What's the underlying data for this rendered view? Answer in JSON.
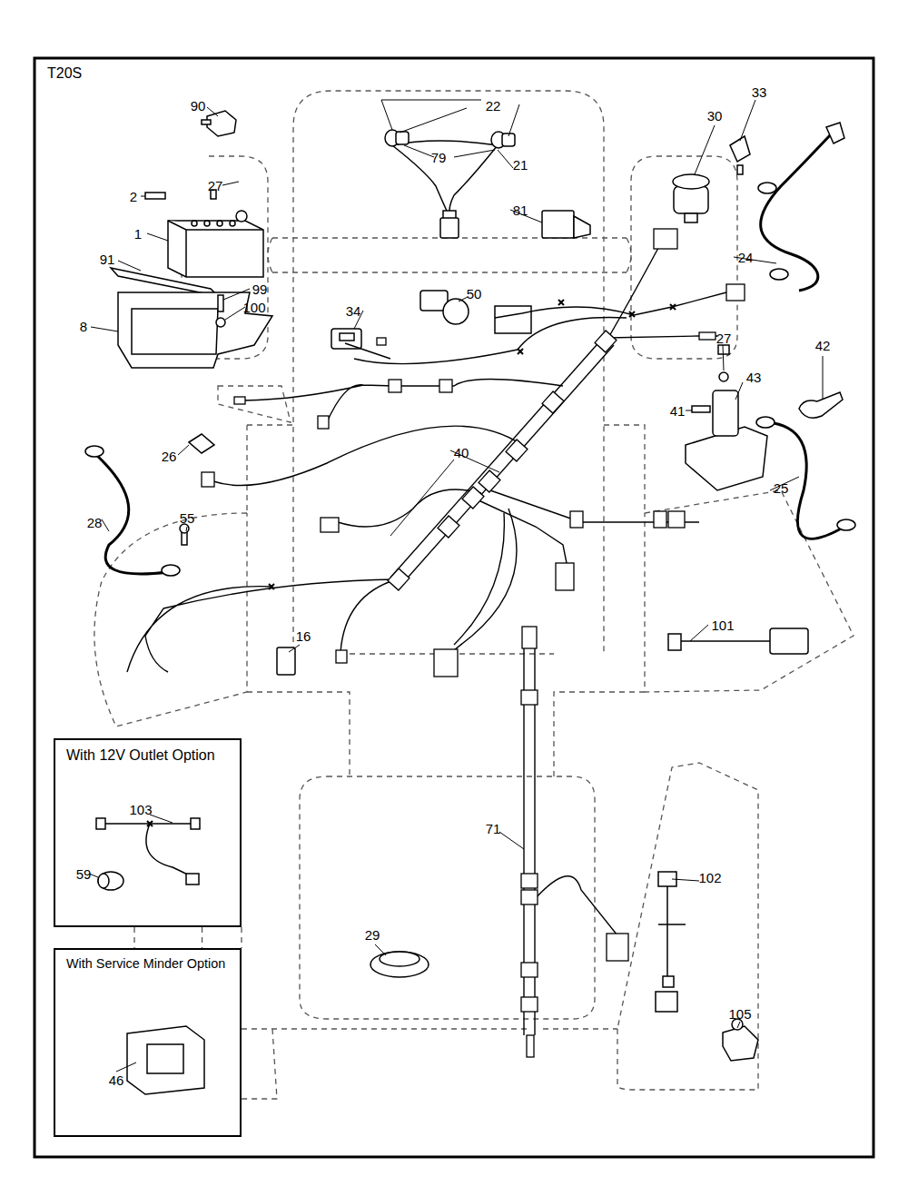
{
  "diagram": {
    "title": "T20S",
    "nodes": [
      {
        "text": [
          "With 12V Outlet Option"
        ]
      },
      {
        "text": [
          "With Service Minder Option"
        ]
      }
    ],
    "edges": [
      {
        "from": 0,
        "to": 1,
        "arrow": "none"
      },
      {
        "from": 0,
        "to": 1,
        "arrow": "none"
      }
    ],
    "labels": [
      "33",
      "90",
      "22",
      "30",
      "79",
      "21",
      "27",
      "2",
      "81",
      "1",
      "24",
      "91",
      "99",
      "50",
      "100",
      "34",
      "8",
      "27",
      "42",
      "43",
      "41",
      "40",
      "26",
      "25",
      "55",
      "28",
      "101",
      "16",
      "103",
      "71",
      "102",
      "59",
      "29",
      "105",
      "46"
    ]
  }
}
